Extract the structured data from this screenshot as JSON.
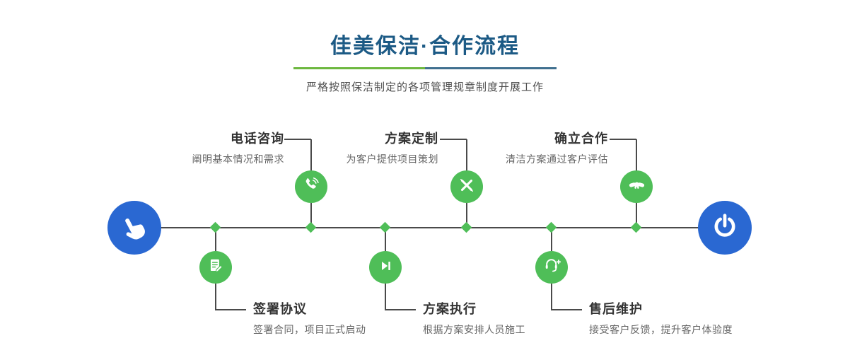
{
  "header": {
    "title": "佳美保洁·合作流程",
    "subtitle": "严格按照保洁制定的各项管理规章制度开展工作"
  },
  "timeline": {
    "start_icon": "pointing-hand-icon",
    "end_icon": "power-icon",
    "steps_top": [
      {
        "title": "电话咨询",
        "desc": "阐明基本情况和需求",
        "icon": "phone-icon"
      },
      {
        "title": "方案定制",
        "desc": "为客户提供项目策划",
        "icon": "design-icon"
      },
      {
        "title": "确立合作",
        "desc": "清洁方案通过客户评估",
        "icon": "handshake-icon"
      }
    ],
    "steps_bottom": [
      {
        "title": "签署协议",
        "desc": "签署合同，项目正式启动",
        "icon": "contract-icon"
      },
      {
        "title": "方案执行",
        "desc": "根据方案安排人员施工",
        "icon": "play-icon"
      },
      {
        "title": "售后维护",
        "desc": "接受客户反馈，提升客户体验度",
        "icon": "headset-icon"
      }
    ]
  },
  "colors": {
    "title_blue": "#1c5a85",
    "accent_green": "#4fbe58",
    "accent_blue": "#2a68d2",
    "divider_green": "#6db83f",
    "divider_blue": "#40708f",
    "line_gray": "#4a4a4a"
  }
}
